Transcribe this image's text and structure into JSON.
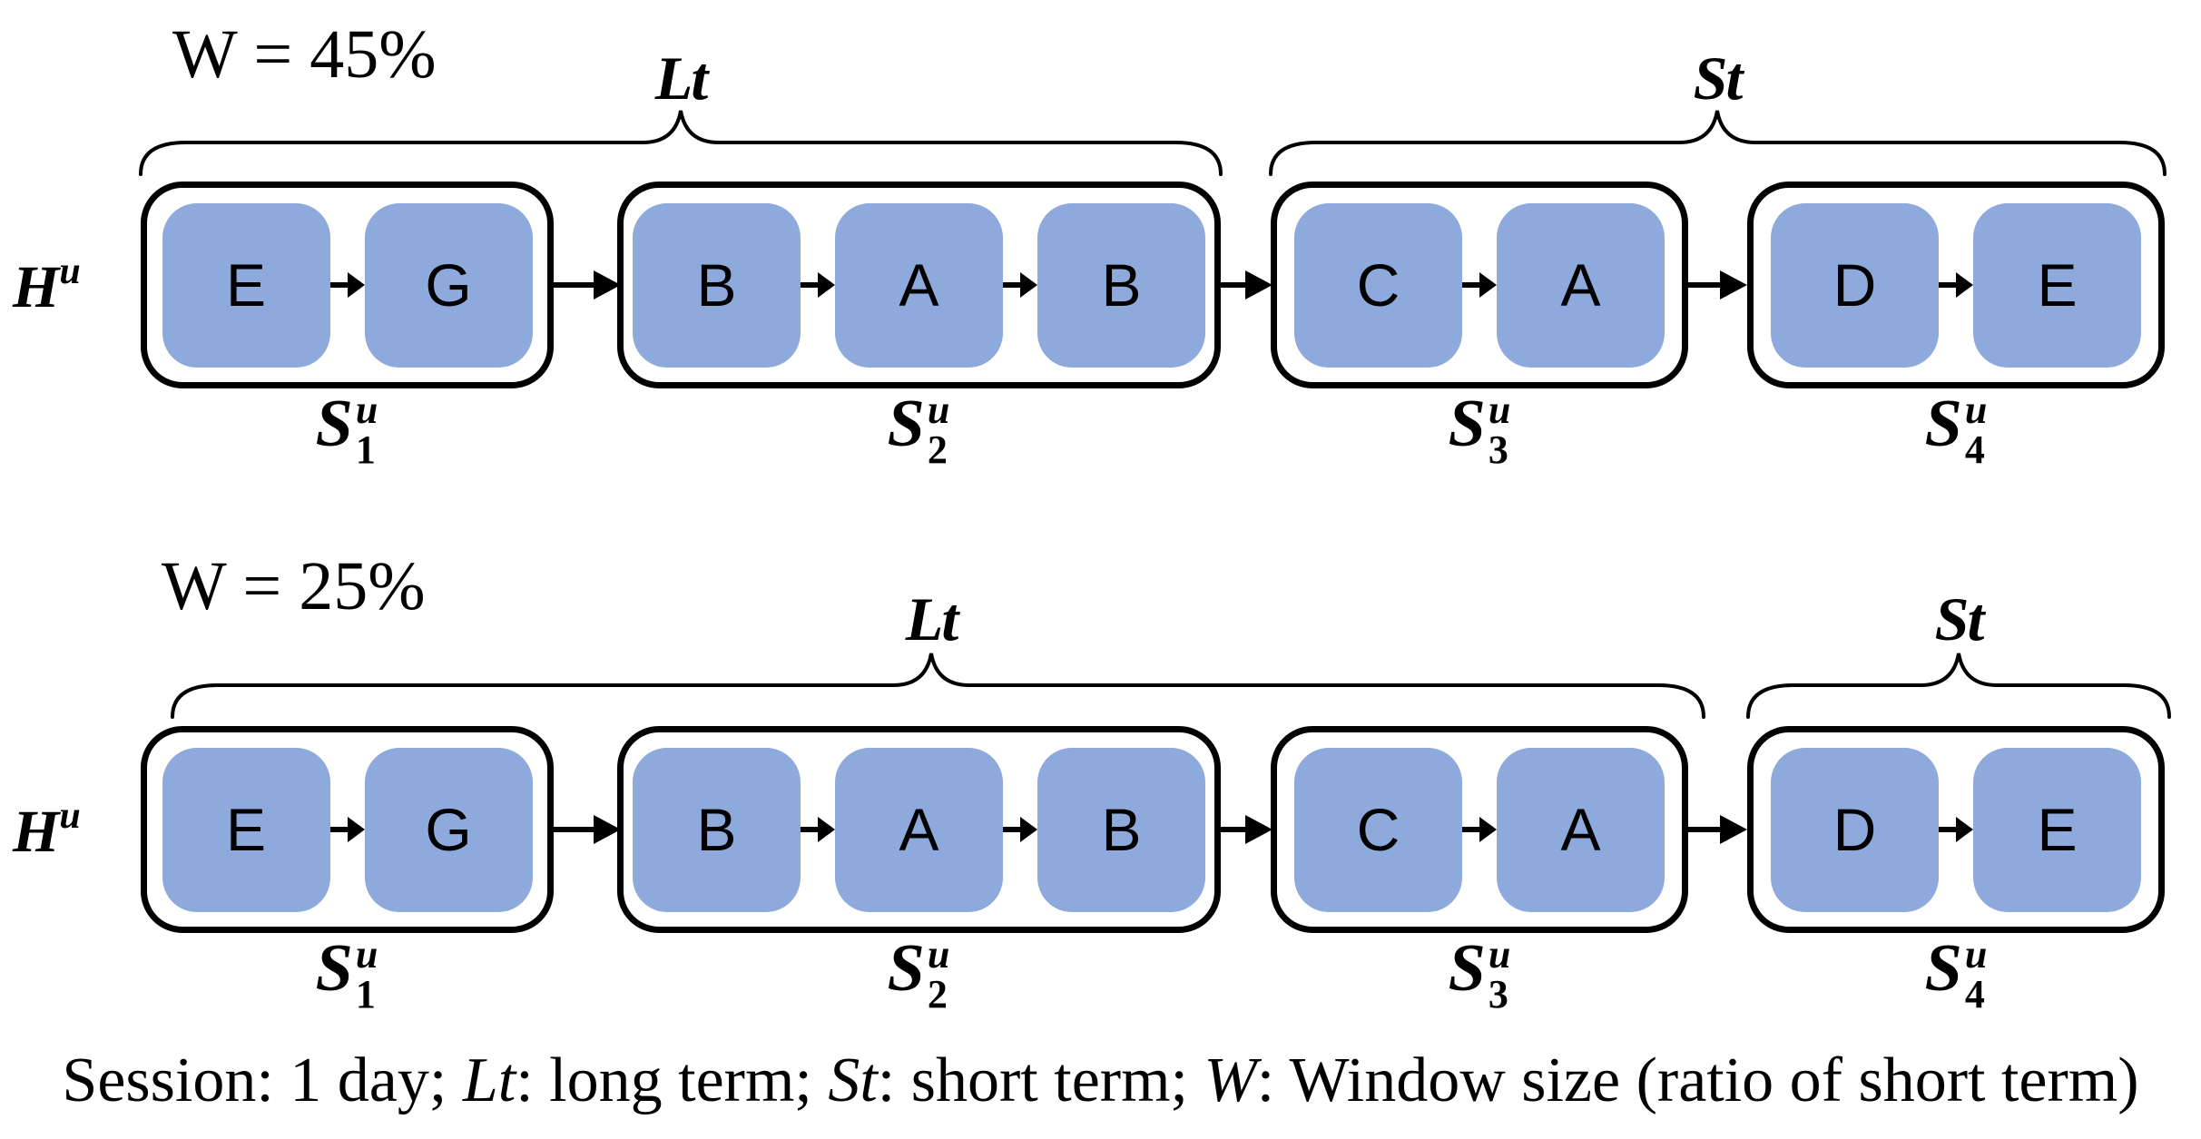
{
  "colors": {
    "item_fill": "#8EA9DB",
    "stroke": "#000000",
    "background": "#FFFFFF"
  },
  "history_label": {
    "base": "H",
    "sup": "u"
  },
  "rows": [
    {
      "window_label": "W = 45%",
      "long_term_label": "Lt",
      "short_term_label": "St",
      "sessions": [
        {
          "label_base": "S",
          "label_sup": "u",
          "label_sub": "1",
          "items": [
            "E",
            "G"
          ]
        },
        {
          "label_base": "S",
          "label_sup": "u",
          "label_sub": "2",
          "items": [
            "B",
            "A",
            "B"
          ]
        },
        {
          "label_base": "S",
          "label_sup": "u",
          "label_sub": "3",
          "items": [
            "C",
            "A"
          ]
        },
        {
          "label_base": "S",
          "label_sup": "u",
          "label_sub": "4",
          "items": [
            "D",
            "E"
          ]
        }
      ]
    },
    {
      "window_label": "W = 25%",
      "long_term_label": "Lt",
      "short_term_label": "St",
      "sessions": [
        {
          "label_base": "S",
          "label_sup": "u",
          "label_sub": "1",
          "items": [
            "E",
            "G"
          ]
        },
        {
          "label_base": "S",
          "label_sup": "u",
          "label_sub": "2",
          "items": [
            "B",
            "A",
            "B"
          ]
        },
        {
          "label_base": "S",
          "label_sup": "u",
          "label_sub": "3",
          "items": [
            "C",
            "A"
          ]
        },
        {
          "label_base": "S",
          "label_sup": "u",
          "label_sub": "4",
          "items": [
            "D",
            "E"
          ]
        }
      ]
    }
  ],
  "caption": [
    {
      "text": "Session: 1 day; ",
      "italic": false
    },
    {
      "text": "Lt",
      "italic": true
    },
    {
      "text": ": long term; ",
      "italic": false
    },
    {
      "text": "St",
      "italic": true
    },
    {
      "text": ": short term; ",
      "italic": false
    },
    {
      "text": "W",
      "italic": true
    },
    {
      "text": ": Window size (ratio of short term)",
      "italic": false
    }
  ]
}
